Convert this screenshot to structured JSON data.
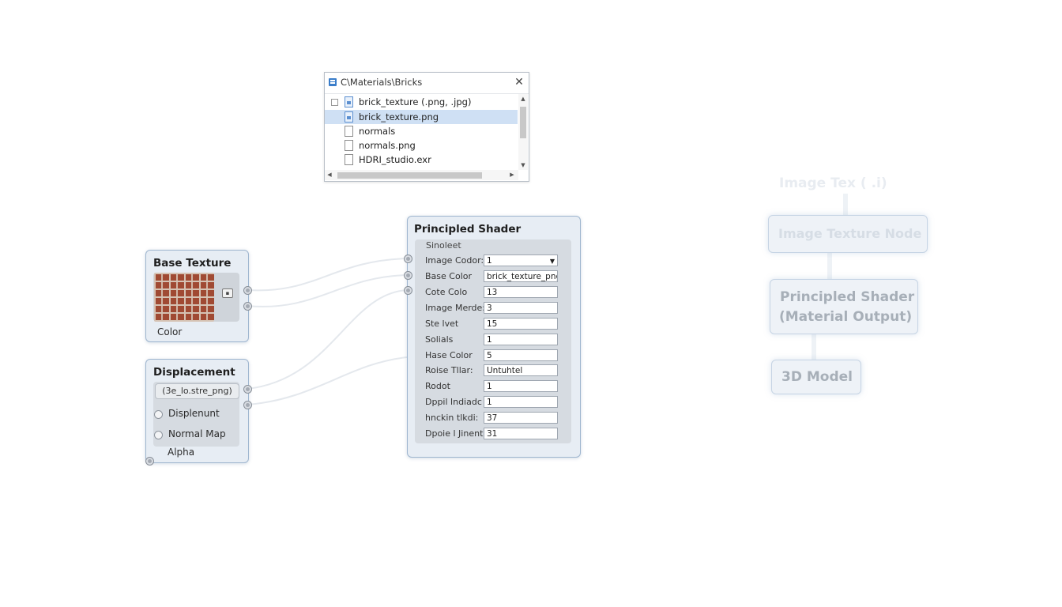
{
  "file_browser": {
    "path": "C\\Materials\\Bricks",
    "close_glyph": "✕",
    "items": [
      {
        "label": "brick_texture (.png, .jpg)",
        "icon": "image-file-icon",
        "expander": true,
        "selected": false
      },
      {
        "label": "brick_texture.png",
        "icon": "image-file-icon",
        "expander": false,
        "selected": true
      },
      {
        "label": "normals",
        "icon": "file-icon",
        "expander": false,
        "selected": false
      },
      {
        "label": "normals.png",
        "icon": "file-icon",
        "expander": false,
        "selected": false
      },
      {
        "label": "HDRI_studio.exr",
        "icon": "file-icon",
        "expander": false,
        "selected": false
      }
    ]
  },
  "base_texture_node": {
    "title": "Base Texture",
    "output_label": "Color",
    "preview_icon": "brick-texture-preview"
  },
  "displacement_node": {
    "title": "Displacement",
    "file_pill": "(3e_lo.stre_png)",
    "options": [
      "Displenunt",
      "Normal Map"
    ],
    "footer_label": "Alpha"
  },
  "principled_shader": {
    "title": "Principled Shader",
    "section_label": "Sinoleet",
    "properties": [
      {
        "label": "Image Codor:",
        "value": "1",
        "dropdown": true
      },
      {
        "label": "Base Color",
        "value": "brick_texture_png",
        "dropdown": false
      },
      {
        "label": "Cote Colo",
        "value": "13",
        "dropdown": false
      },
      {
        "label": "Image Merde:",
        "value": "3",
        "dropdown": false
      },
      {
        "label": "Ste lvet",
        "value": "15",
        "dropdown": false
      },
      {
        "label": "Solials",
        "value": "1",
        "dropdown": false
      },
      {
        "label": "Hase Color",
        "value": "5",
        "dropdown": false
      },
      {
        "label": "Roise Tllar:",
        "value": "Untuhtel",
        "dropdown": false
      },
      {
        "label": "Rodot",
        "value": "1",
        "dropdown": false
      },
      {
        "label": "Dppil lndiadc",
        "value": "1",
        "dropdown": false
      },
      {
        "label": "hnckin tlkdi:",
        "value": "37",
        "dropdown": false
      },
      {
        "label": "Dpoie l Jinent:",
        "value": "31",
        "dropdown": false
      }
    ]
  },
  "flowchart": {
    "faded_top": "Image Tex ( .i)",
    "image_texture_node": "Image Texture Node",
    "principled_shader_line1": "Principled Shader",
    "principled_shader_line2": "(Material Output)",
    "model_3d": "3D Model"
  }
}
